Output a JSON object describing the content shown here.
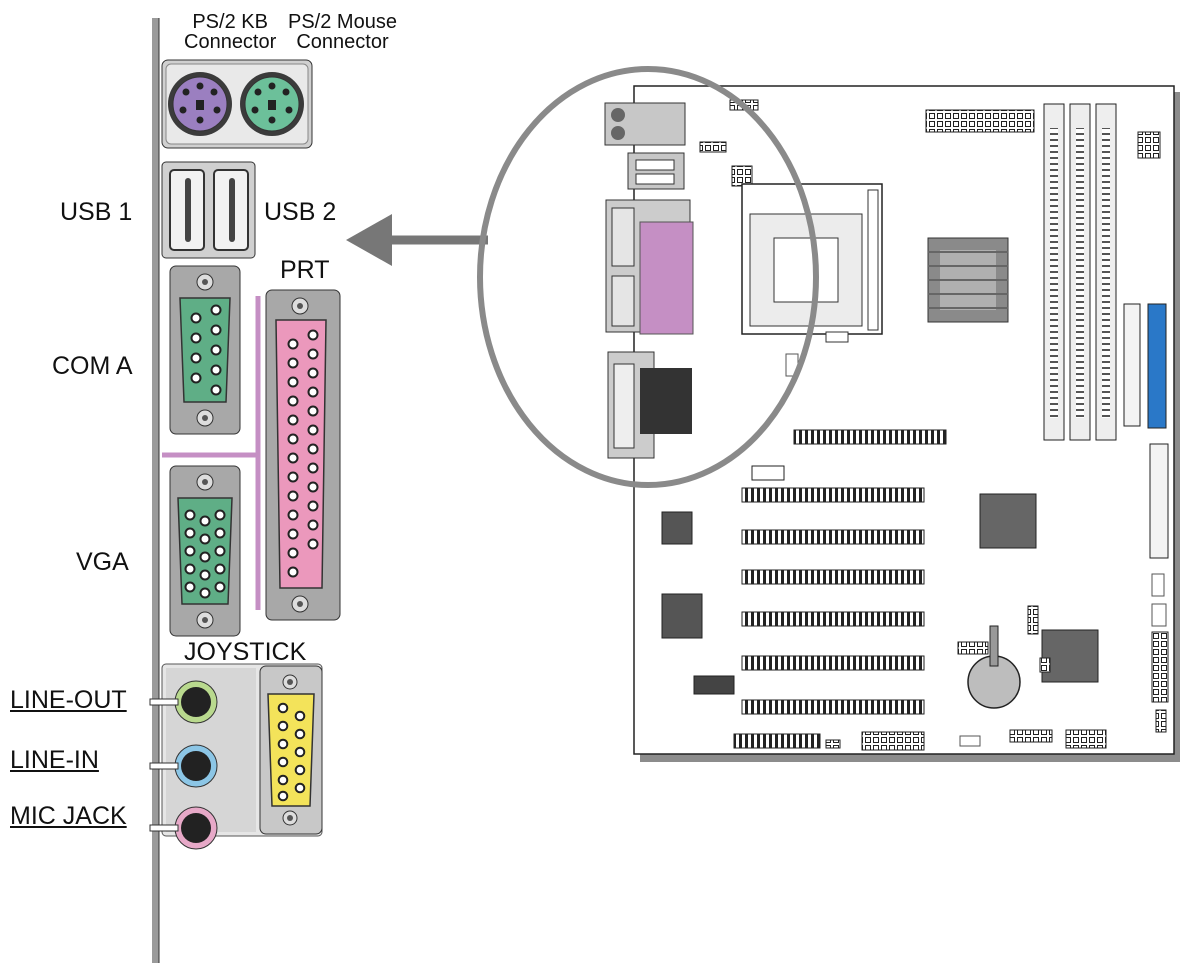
{
  "labels": {
    "ps2_kb": [
      "PS/2 KB",
      "Connector"
    ],
    "ps2_mouse": [
      "PS/2 Mouse",
      "Connector"
    ],
    "usb1": "USB 1",
    "usb2": "USB 2",
    "prt": "PRT",
    "com_a": "COM A",
    "vga": "VGA",
    "joystick": "JOYSTICK",
    "line_out": "LINE-OUT",
    "line_in": "LINE-IN",
    "mic_jack": "MIC JACK"
  },
  "colors": {
    "ps2_kb": "#9b7fc0",
    "ps2_mouse": "#6cc09a",
    "com_port": "#5fae86",
    "vga_port": "#5fae86",
    "parallel_port": "#eb98bc",
    "game_port": "#f3e35a",
    "line_out_ring": "#b9d98e",
    "line_in_ring": "#8cc6e6",
    "mic_ring": "#e7a9c8",
    "ide_blue": "#2a78c8",
    "shell_gray": "#a8a8a8",
    "arrow_gray": "#777777"
  }
}
